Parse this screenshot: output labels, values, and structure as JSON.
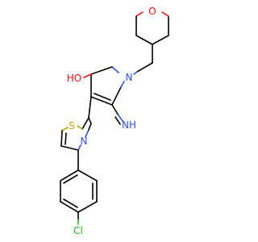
{
  "molecule": {
    "atom_labels": {
      "hydroxyl": "HO",
      "ring_oxygen": "O",
      "pyrrole_nitrogen": "N",
      "imine": "NH",
      "thiazole_sulfur": "S",
      "thiazole_nitrogen": "N",
      "chlorine": "Cl"
    },
    "colors": {
      "carbon_bond": "#000000",
      "oxygen": "#ff0d0d",
      "nitrogen": "#3050f8",
      "sulfur": "#b8a900",
      "chlorine": "#1fb81f"
    }
  }
}
